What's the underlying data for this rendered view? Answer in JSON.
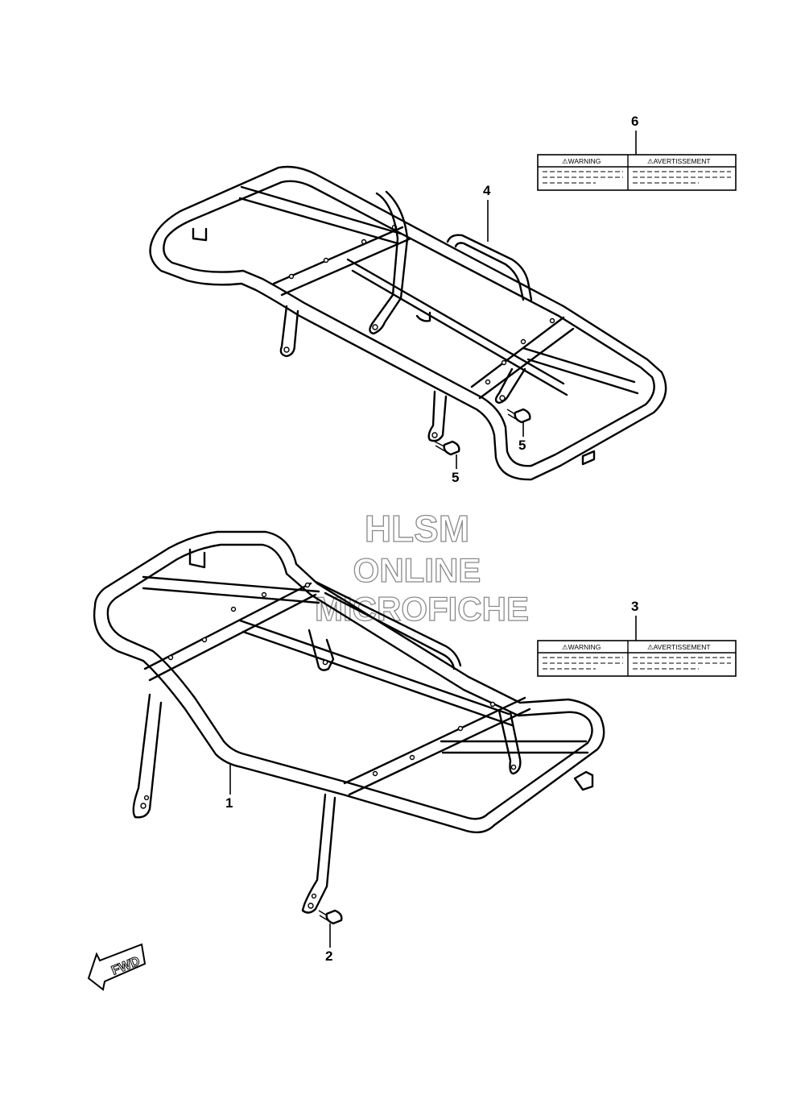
{
  "callouts": {
    "c1": "1",
    "c2": "2",
    "c3": "3",
    "c4": "4",
    "c5a": "5",
    "c5b": "5",
    "c6": "6"
  },
  "labels": {
    "upper": {
      "warning": "⚠WARNING",
      "avertissement": "⚠AVERTISSEMENT"
    },
    "lower": {
      "warning": "⚠WARNING",
      "avertissement": "⚠AVERTISSEMENT"
    }
  },
  "watermark": {
    "line1": "HLSM",
    "line2": "ONLINE",
    "line3": "MICROFICHE"
  },
  "fwd": {
    "text": "FWD"
  }
}
